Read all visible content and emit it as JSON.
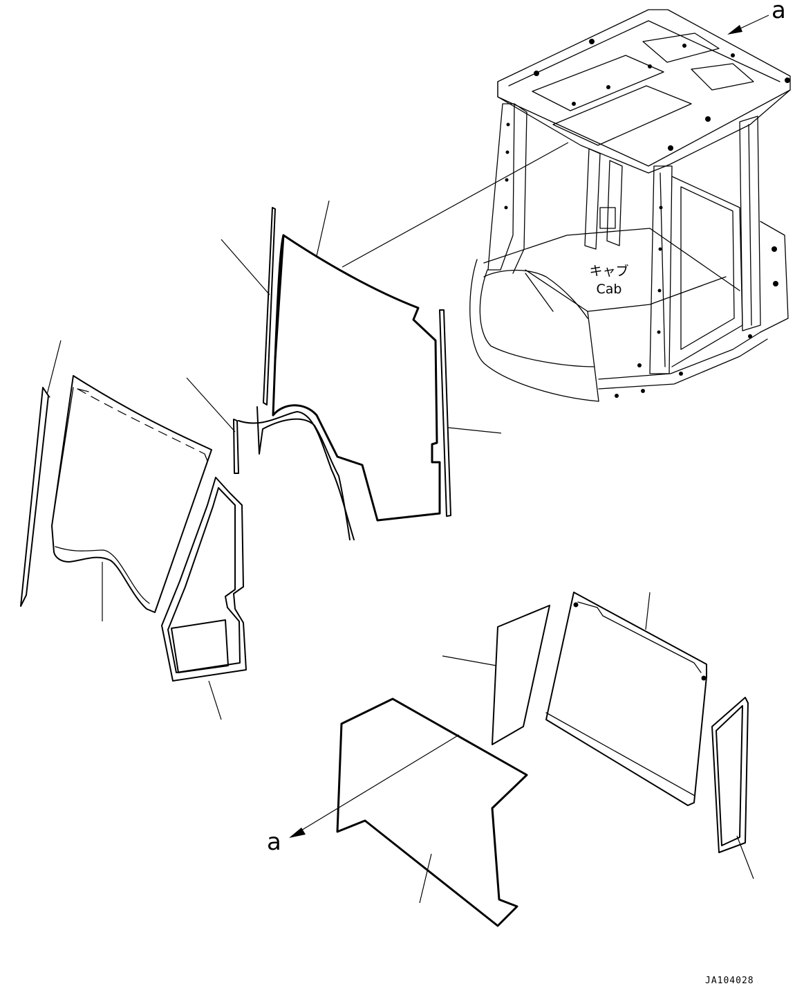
{
  "labels": {
    "cab_jp": "キャブ",
    "cab_en": "Cab",
    "ref_top": "a",
    "ref_bottom": "a",
    "drawing_code": "JA104028"
  }
}
